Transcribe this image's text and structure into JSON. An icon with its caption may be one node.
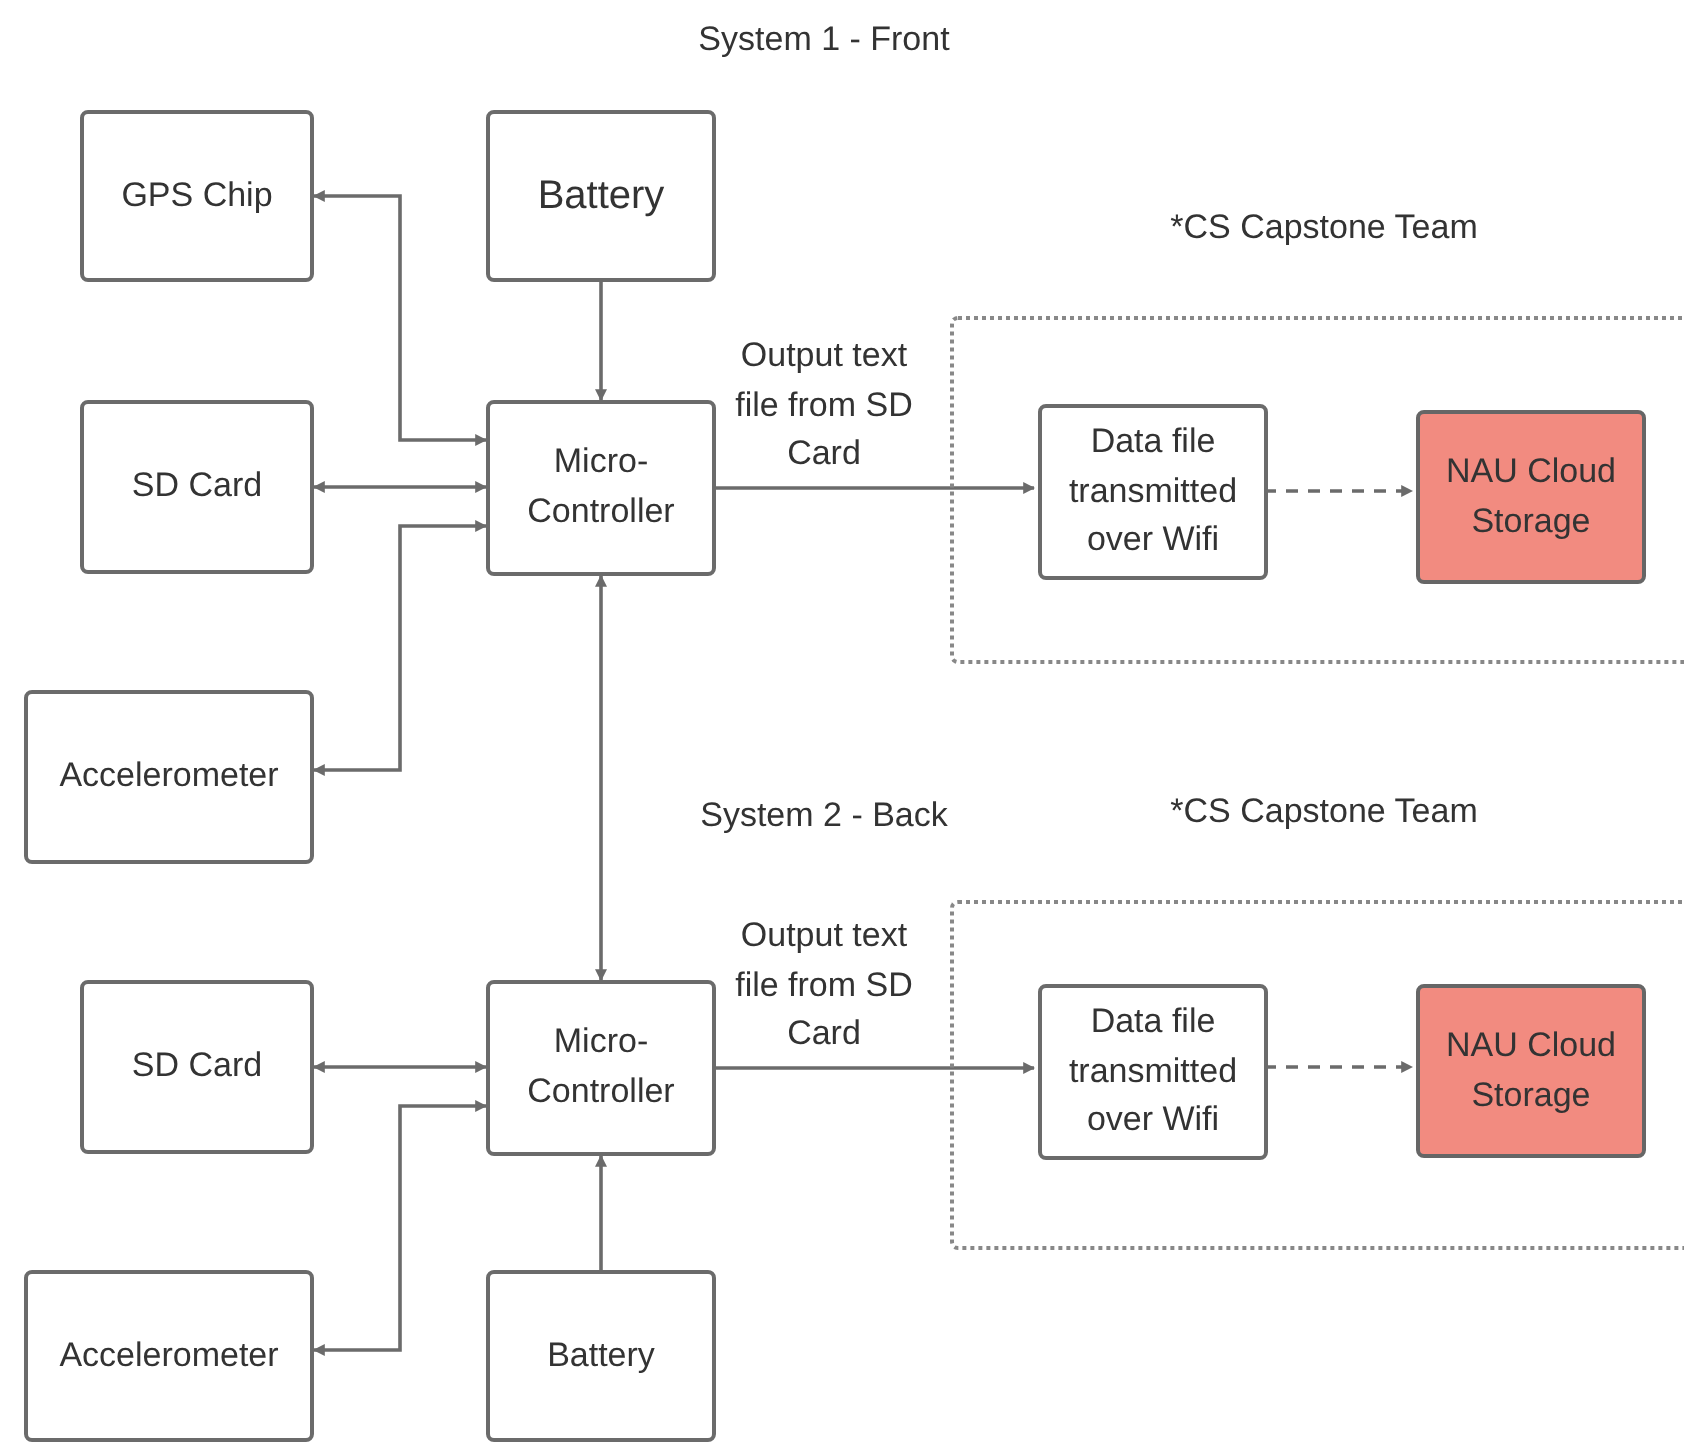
{
  "diagram": {
    "nodes": [
      {
        "text": [
          "GPS Chip"
        ]
      },
      {
        "text": [
          "Battery"
        ]
      },
      {
        "text": [
          "SD Card"
        ]
      },
      {
        "text": [
          "Micro-Controller"
        ]
      },
      {
        "text": [
          "Accelerometer"
        ]
      },
      {
        "text": [
          "*CS Capstone Team"
        ]
      },
      {
        "text": [
          "Data file transmitted over Wifi"
        ],
        "in": 5
      },
      {
        "text": [
          "NAU Cloud Storage"
        ],
        "in": 5
      },
      {
        "text": [
          "SD Card"
        ]
      },
      {
        "text": [
          "Micro-Controller"
        ]
      },
      {
        "text": [
          "Accelerometer"
        ]
      },
      {
        "text": [
          "Battery"
        ]
      },
      {
        "text": [
          "*CS Capstone Team"
        ]
      },
      {
        "text": [
          "Data file transmitted over Wifi"
        ],
        "in": 12
      },
      {
        "text": [
          "NAU Cloud Storage"
        ],
        "in": 12
      }
    ],
    "edges": [
      {
        "from": 0,
        "to": 3,
        "arrow": "both"
      },
      {
        "from": 2,
        "to": 3,
        "arrow": "both"
      },
      {
        "from": 4,
        "to": 3,
        "arrow": "both"
      },
      {
        "from": 1,
        "to": 3,
        "arrow": "to"
      },
      {
        "from": 3,
        "to": 9,
        "arrow": "both"
      },
      {
        "from": 3,
        "to": 6,
        "arrow": "to",
        "label": "Output text file from SD Card"
      },
      {
        "from": 6,
        "to": 7,
        "arrow": "to",
        "style": "dashed"
      },
      {
        "from": 8,
        "to": 9,
        "arrow": "both"
      },
      {
        "from": 10,
        "to": 9,
        "arrow": "both"
      },
      {
        "from": 11,
        "to": 9,
        "arrow": "to"
      },
      {
        "from": 9,
        "to": 13,
        "arrow": "to",
        "label": "Output text file from SD Card"
      },
      {
        "from": 13,
        "to": 14,
        "arrow": "to",
        "style": "dashed"
      }
    ],
    "labels": [
      "System 1 - Front",
      "System 2 - Back"
    ]
  }
}
